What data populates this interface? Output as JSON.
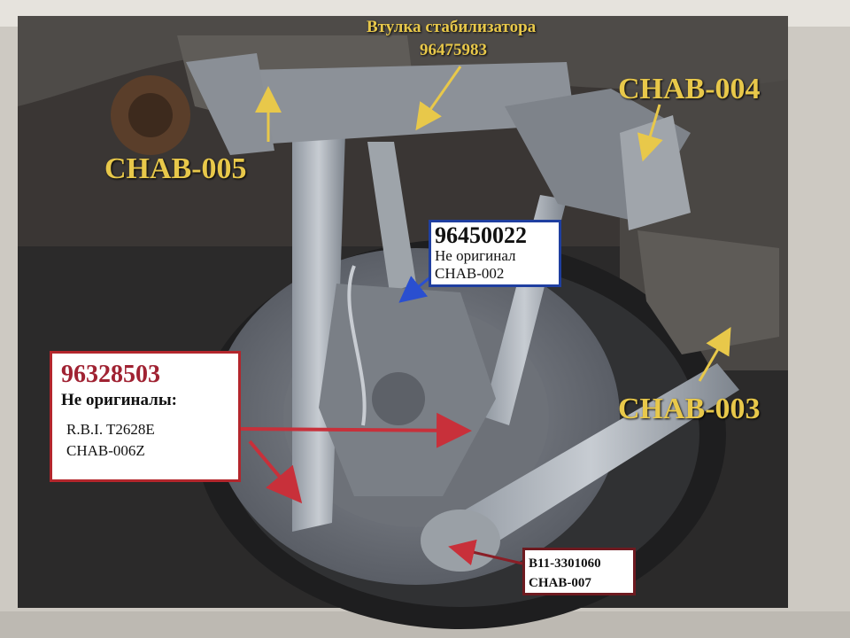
{
  "labels": {
    "bushing_title": "Втулка стабилизатора",
    "bushing_part": "96475983",
    "chab005": "CHAB-005",
    "chab004": "CHAB-004",
    "chab003": "CHAB-003"
  },
  "box_blue": {
    "part": "96450022",
    "line1": "Не оригинал",
    "line2": "CHAB-002"
  },
  "box_red": {
    "part": "96328503",
    "line1": "Не оригиналы:",
    "line2": "R.B.I. T2628E",
    "line3": "CHAB-006Z"
  },
  "box_bottom": {
    "line1": "B11-3301060",
    "line2": "CHAB-007"
  },
  "colors": {
    "label_yellow": "#e8c84a",
    "blue_border": "#1f3fa0",
    "red_border": "#b3262c",
    "red_text": "#a02232",
    "dark_red_border": "#6e1a20"
  }
}
